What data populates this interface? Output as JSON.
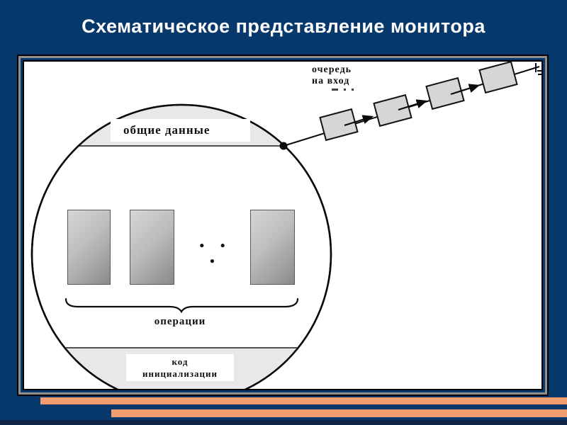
{
  "slide": {
    "title": "Схематическое представление монитора"
  },
  "diagram": {
    "queue": {
      "label_line1": "очередь",
      "label_line2": "на вход",
      "node_count": 4
    },
    "monitor": {
      "shared_data_label": "общие данные",
      "operations_label": "операции",
      "operations_ellipsis": "• • •",
      "init_code_line1": "код",
      "init_code_line2": "инициализации"
    }
  },
  "colors": {
    "background": "#06386B",
    "title_text": "#FFFFFF",
    "accent_bars": "#F29D6D",
    "frame_gray": "#909090",
    "circle_segment_fill": "#E8E8E8",
    "queue_box_fill": "#D6D6D6",
    "operation_rect_gradient_start": "#D6D6D6",
    "operation_rect_gradient_end": "#8A8A8A"
  }
}
